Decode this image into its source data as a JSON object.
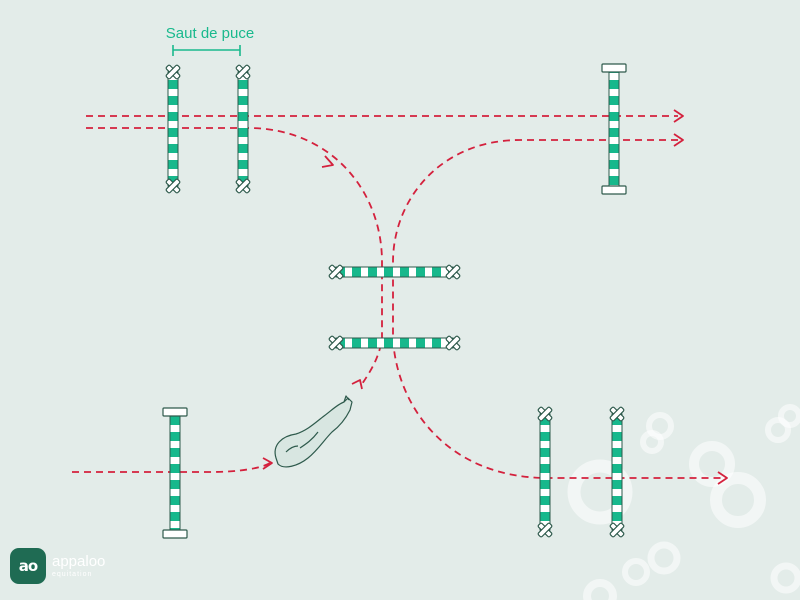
{
  "label": "Saut de puce",
  "logo": {
    "mark": "ao",
    "name": "appaloo",
    "sub": "equitation"
  },
  "colors": {
    "background": "#e3ece9",
    "pole": "#17b88c",
    "pole_stroke": "#2e5a4c",
    "track": "#d4213d",
    "label": "#19b98d",
    "watermark": "#ffffff"
  }
}
